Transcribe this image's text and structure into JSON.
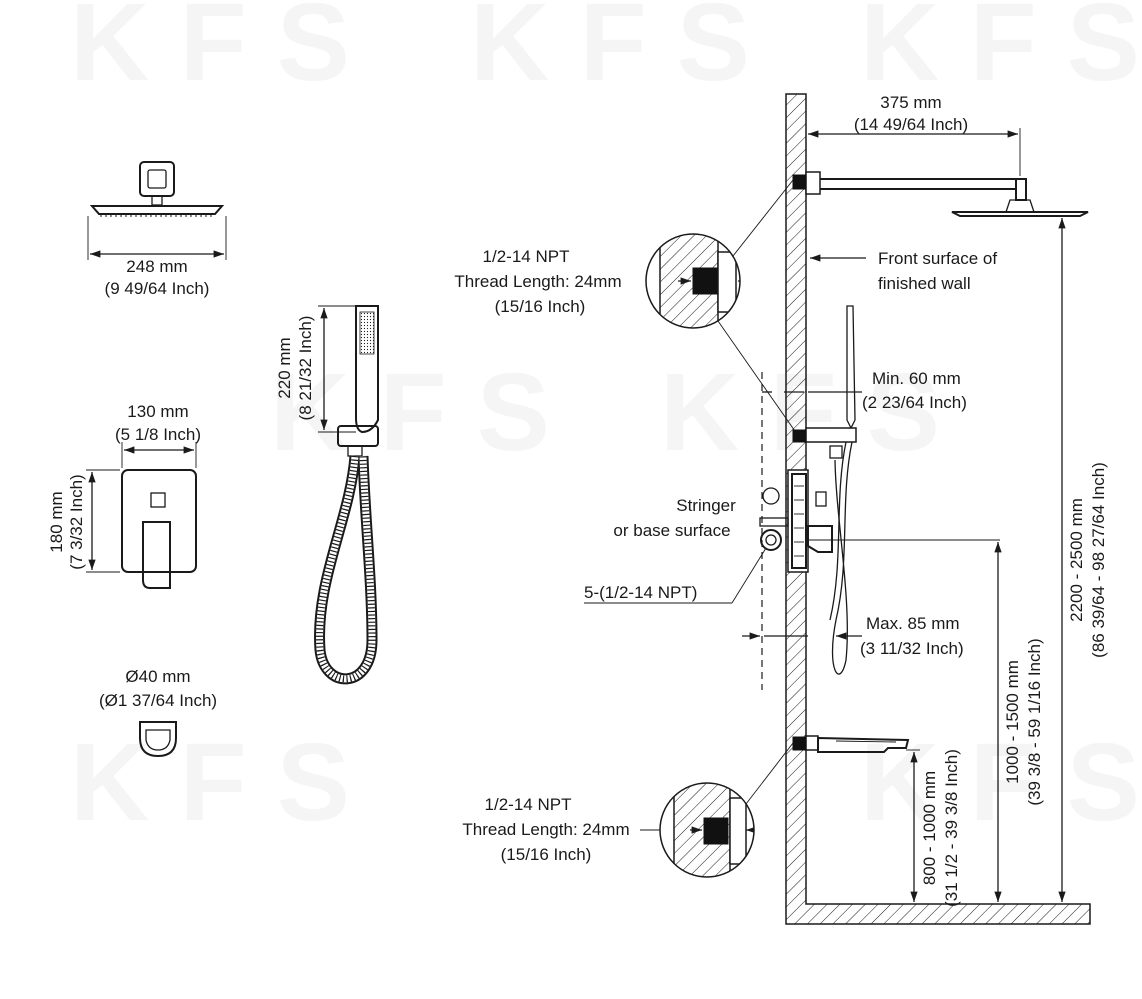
{
  "watermark": "KFS",
  "rain_head": {
    "width_mm": "248 mm",
    "width_in": "(9 49/64 Inch)"
  },
  "handheld": {
    "length_mm": "220 mm",
    "length_in": "(8 21/32 Inch)"
  },
  "valve_plate": {
    "width_mm": "130 mm",
    "width_in": "(5 1/8 Inch)",
    "height_mm": "180 mm",
    "height_in": "(7 3/32 Inch)"
  },
  "spout": {
    "diameter_mm": "Ø40 mm",
    "diameter_in": "(Ø1 37/64 Inch)"
  },
  "arm": {
    "length_mm": "375 mm",
    "length_in": "(14 49/64 Inch)"
  },
  "wall_label": {
    "line1": "Front surface of",
    "line2": "finished wall"
  },
  "thread_top": {
    "line1": "1/2-14 NPT",
    "line2": "Thread Length: 24mm",
    "line3": "(15/16 Inch)"
  },
  "thread_bottom": {
    "line1": "1/2-14 NPT",
    "line2": "Thread Length: 24mm",
    "line3": "(15/16 Inch)"
  },
  "min_depth": {
    "mm": "Min. 60 mm",
    "in": "(2 23/64 Inch)"
  },
  "max_depth": {
    "mm": "Max. 85 mm",
    "in": "(3 11/32 Inch)"
  },
  "stringer": {
    "line1": "Stringer",
    "line2": "or base surface"
  },
  "ports": "5-(1/2-14 NPT)",
  "height_head": {
    "mm": "2200 - 2500 mm",
    "in": "(86 39/64 - 98 27/64 Inch)"
  },
  "height_valve": {
    "mm": "1000 - 1500 mm",
    "in": "(39 3/8 - 59 1/16 Inch)"
  },
  "height_spout": {
    "mm": "800 - 1000 mm",
    "in": "(31 1/2 - 39 3/8 Inch)"
  }
}
